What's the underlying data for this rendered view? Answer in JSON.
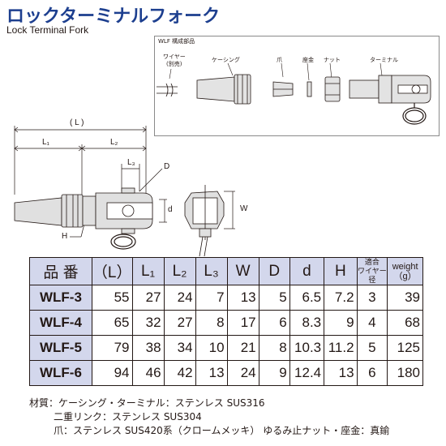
{
  "title": {
    "jp": "ロックターミナルフォーク",
    "en": "Lock Terminal Fork"
  },
  "parts_box": {
    "header": "WLF 構成部品",
    "labels": [
      "ワイヤー",
      "ケーシング",
      "爪",
      "座金",
      "ナット",
      "ターミナル"
    ],
    "wire_note": "(別売)"
  },
  "dims": {
    "L": "( L )",
    "L1": "L₁",
    "L2": "L₂",
    "L3": "L₃",
    "D": "D",
    "d": "d",
    "H": "H",
    "W": "W"
  },
  "table": {
    "headers": [
      "品 番",
      "（L）",
      "L₁",
      "L₂",
      "L₃",
      "W",
      "D",
      "d",
      "H",
      "適合\nワイヤー径",
      "weight\n（g）"
    ],
    "rows": [
      [
        "WLF-3",
        "55",
        "27",
        "24",
        "7",
        "13",
        "5",
        "6.5",
        "7.2",
        "3",
        "39"
      ],
      [
        "WLF-4",
        "65",
        "32",
        "27",
        "8",
        "17",
        "6",
        "8.3",
        "9",
        "4",
        "68"
      ],
      [
        "WLF-5",
        "79",
        "38",
        "34",
        "10",
        "21",
        "8",
        "10.3",
        "11.2",
        "5",
        "125"
      ],
      [
        "WLF-6",
        "94",
        "46",
        "42",
        "13",
        "24",
        "9",
        "12.4",
        "13",
        "6",
        "180"
      ]
    ]
  },
  "notes": {
    "line1": "材質：ケーシング・ターミナル：ステンレス SUS316",
    "line2": "二重リンク：ステンレス SUS304",
    "line3": "爪：ステンレス SUS420系（クロームメッキ） ゆるみ止ナット・座金：真鍮"
  },
  "colors": {
    "title": "#1d3f8f",
    "header_bg": "#d3d7ec",
    "ink": "#231815"
  }
}
